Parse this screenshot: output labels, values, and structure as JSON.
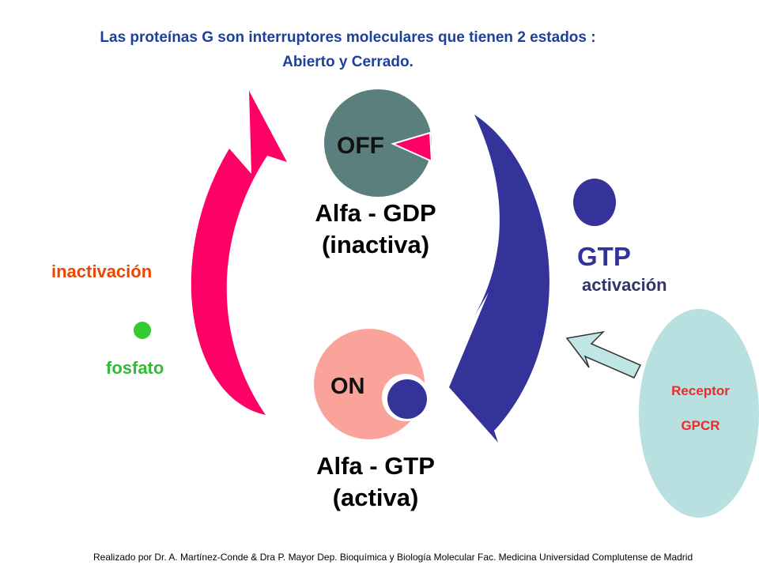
{
  "title": {
    "line1": "Las proteínas G son interruptores moleculares que tienen 2 estados :",
    "line2": "Abierto y Cerrado."
  },
  "off_state": {
    "badge": "OFF",
    "name": "Alfa - GDP",
    "status": "(inactiva)"
  },
  "on_state": {
    "badge": "ON",
    "name": "Alfa - GTP",
    "status": "(activa)"
  },
  "labels": {
    "inactivation": "inactivación",
    "phosphate": "fosfato",
    "gtp": "GTP",
    "activation": "activación"
  },
  "receptor": {
    "line1": "Receptor",
    "line2": "GPCR"
  },
  "credit": "Realizado por Dr. A. Martínez-Conde  & Dra P. Mayor Dep. Bioquímica y Biología Molecular Fac. Medicina Universidad Complutense de Madrid",
  "colors": {
    "title": "#1f3f9c",
    "inactivation_arrow": "#ff0066",
    "activation_arrow": "#333399",
    "off_circle": "#5a7f7c",
    "on_circle": "#f9a39b",
    "gtp_dot": "#333399",
    "phosphate_dot": "#33cc33",
    "receptor": "#b8e0e0",
    "receptor_text": "#ee2a2a",
    "inactivation_text": "#ee4400",
    "phosphate_text": "#33bb33"
  },
  "icons": {
    "off_notch": "pink-wedge",
    "on_gtp": "gtp-dot-with-white-rim",
    "inactivation": "curved-arrow-up",
    "activation": "curved-arrow-down",
    "receptor_signal": "outline-arrow"
  }
}
